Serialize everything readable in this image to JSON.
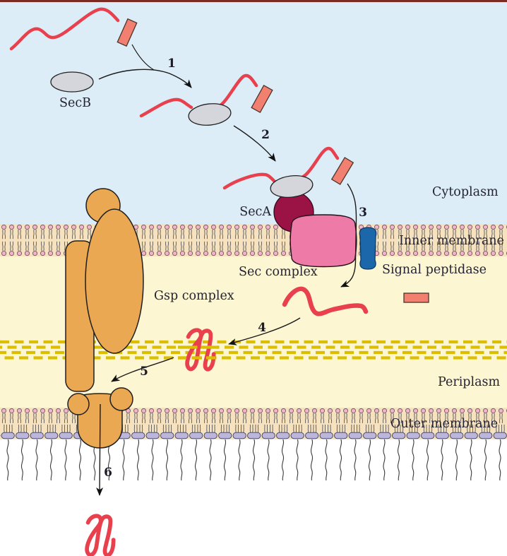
{
  "figure": {
    "region_labels": {
      "cytoplasm": "Cytoplasm",
      "inner_membrane": "Inner membrane",
      "periplasm": "Periplasm",
      "outer_membrane": "Outer membrane"
    },
    "molecule_labels": {
      "secb": "SecB",
      "seca": "SecA",
      "sec_complex": "Sec complex",
      "signal_peptidase": "Signal peptidase",
      "gsp_complex": "Gsp complex"
    },
    "step_numbers": [
      "1",
      "2",
      "3",
      "4",
      "5",
      "6"
    ],
    "colors": {
      "cytoplasm_bg": "#dcedf7",
      "periplasm_bg": "#fdf6d2",
      "membrane_band": "#f6e2bf",
      "lipid_head_pink": "#f3b3c8",
      "protein_red": "#e9404e",
      "signal_peptide_salmon": "#f28070",
      "sec_complex_pink": "#ee7ba7",
      "seca_maroon": "#9b1244",
      "secb_gray": "#d5d6dc",
      "gsp_orange": "#e9a851",
      "signal_peptidase_blue": "#1b67a9",
      "peptidoglycan_yellow": "#dcbe00",
      "lps_lavender": "#bcb6dd",
      "top_border_maroon": "#7c2b23"
    }
  }
}
